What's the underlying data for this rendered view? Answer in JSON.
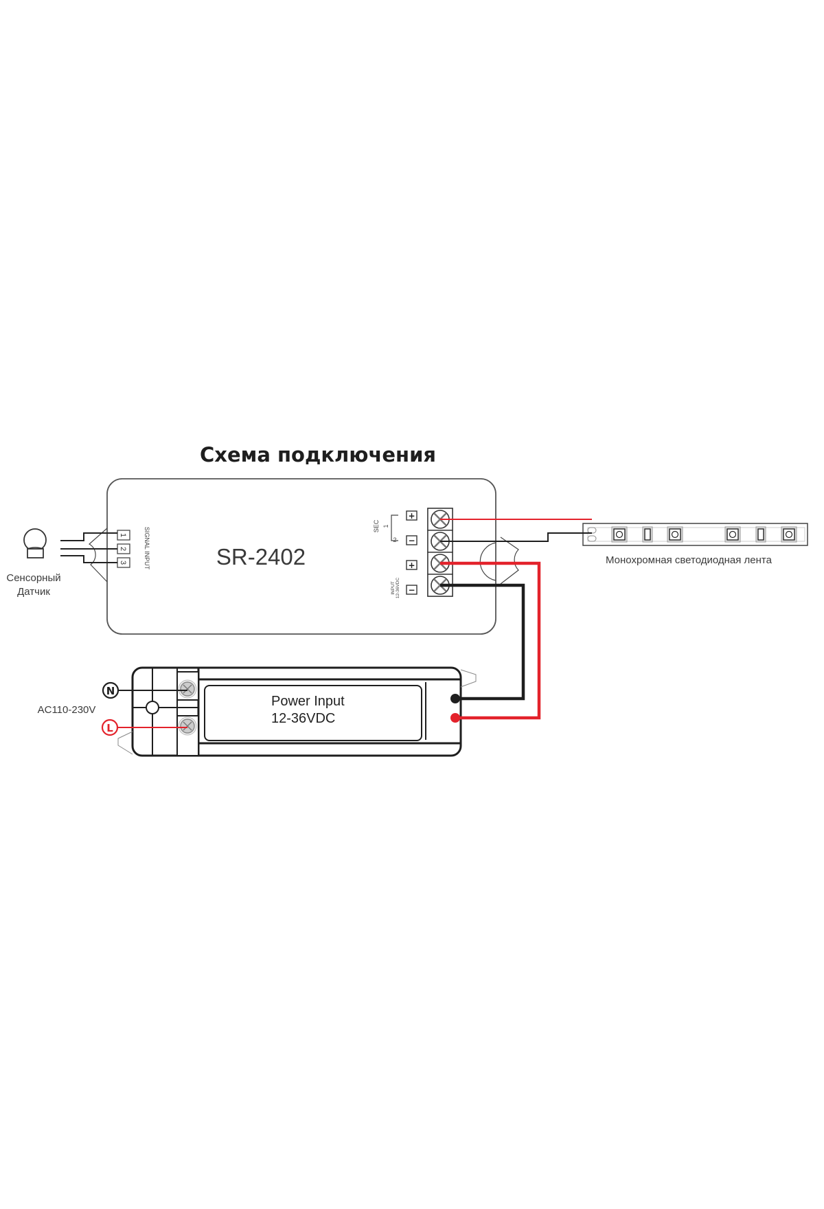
{
  "diagram": {
    "title": "Схема подключения",
    "controller": {
      "model": "SR-2402",
      "signal_input_label": "SIGNAL  INPUT",
      "signal_pins": [
        "1",
        "2",
        "3"
      ],
      "sec_label": "SEC",
      "sec_channel": "1",
      "input_label": "INPUT",
      "input_range": "12-36VDC",
      "terminal_signs": [
        "+",
        "−",
        "+",
        "−"
      ]
    },
    "sensor": {
      "label_line1": "Сенсорный",
      "label_line2": "Датчик"
    },
    "led_strip": {
      "label": "Монохромная светодиодная лента"
    },
    "power_supply": {
      "line1": "Power Input",
      "line2": "12-36VDC",
      "ac_label": "AC110-230V",
      "neutral_symbol": "N",
      "live_symbol": "L"
    },
    "colors": {
      "positive_wire": "#e3222b",
      "negative_wire": "#1e1e1e",
      "outline": "#2a2a2a"
    }
  }
}
